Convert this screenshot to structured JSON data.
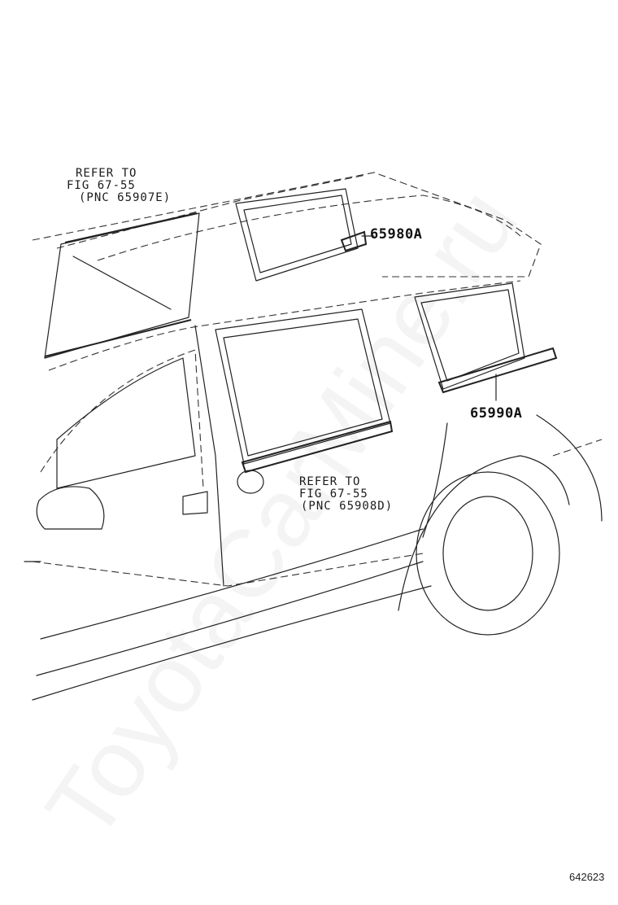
{
  "callouts": {
    "upper": {
      "line1": "REFER TO",
      "line2": "FIG 67-55",
      "line3": "(PNC 65907E)"
    },
    "lower": {
      "line1": "REFER TO",
      "line2": "FIG 67-55",
      "line3": "(PNC 65908D)"
    }
  },
  "parts": {
    "rear_shade": "65980A",
    "quarter_shade": "65990A"
  },
  "illustration_code": "642623",
  "watermark": "ToyotaCarMine.ru"
}
